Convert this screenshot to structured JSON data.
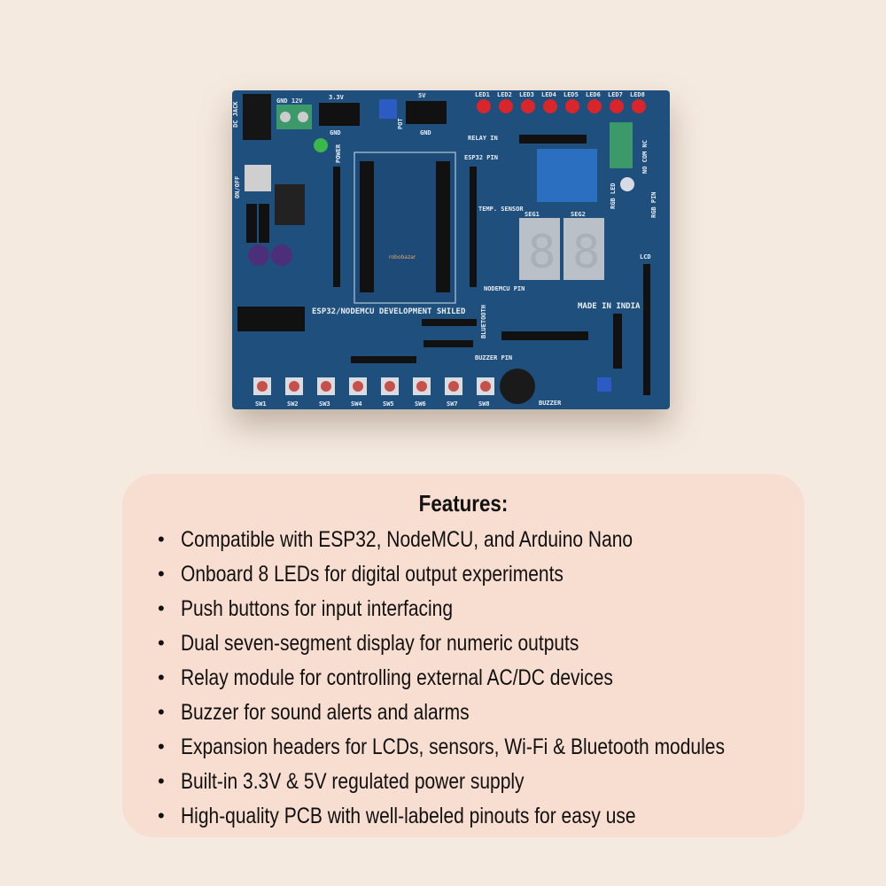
{
  "board": {
    "colors": {
      "pcb": "#1f4f7c",
      "led": "#d8262a",
      "button": "#c8504a",
      "terminal": "#3c9a6a",
      "relay": "#2a6fc0",
      "display": "#b9c0c8"
    },
    "labels": {
      "dc_jack": "DC JACK",
      "gnd_12v": "GND 12V",
      "v33": "3.3V",
      "v5": "5V",
      "gnd": "GND",
      "pot": "POT",
      "power": "POWER",
      "on_off": "ON/OFF",
      "relay_in": "RELAY IN",
      "esp32_pin": "ESP32 PIN",
      "nodemcu_pin": "NODEMCU PIN",
      "title": "ESP32/NODEMCU DEVELOPMENT SHILED",
      "bluetooth": "BLUETOOTH",
      "buzzer_pin": "BUZZER PIN",
      "buzzer": "BUZZER",
      "made_in_india": "MADE IN INDIA",
      "lcd": "LCD",
      "rgb_led": "RGB LED",
      "rgb_pin": "RGB PIN",
      "no_com_nc": "NO COM NC",
      "temp_sensor": "TEMP. SENSOR",
      "seg1": "SEG1",
      "seg2": "SEG2",
      "brand": "robobazar"
    },
    "leds": [
      "LED1",
      "LED2",
      "LED3",
      "LED4",
      "LED5",
      "LED6",
      "LED7",
      "LED8"
    ],
    "switches": [
      "SW1",
      "SW2",
      "SW3",
      "SW4",
      "SW5",
      "SW6",
      "SW7",
      "SW8"
    ]
  },
  "features": {
    "title": "Features:",
    "items": [
      "Compatible with ESP32, NodeMCU, and Arduino Nano",
      "Onboard 8 LEDs for digital output experiments",
      "Push buttons for input interfacing",
      "Dual seven-segment display for numeric outputs",
      "Relay module for controlling external AC/DC devices",
      "Buzzer for sound alerts and alarms",
      "Expansion headers for LCDs, sensors, Wi-Fi & Bluetooth modules",
      "Built-in 3.3V & 5V regulated power supply",
      "High-quality PCB with well-labeled pinouts for easy use"
    ]
  }
}
